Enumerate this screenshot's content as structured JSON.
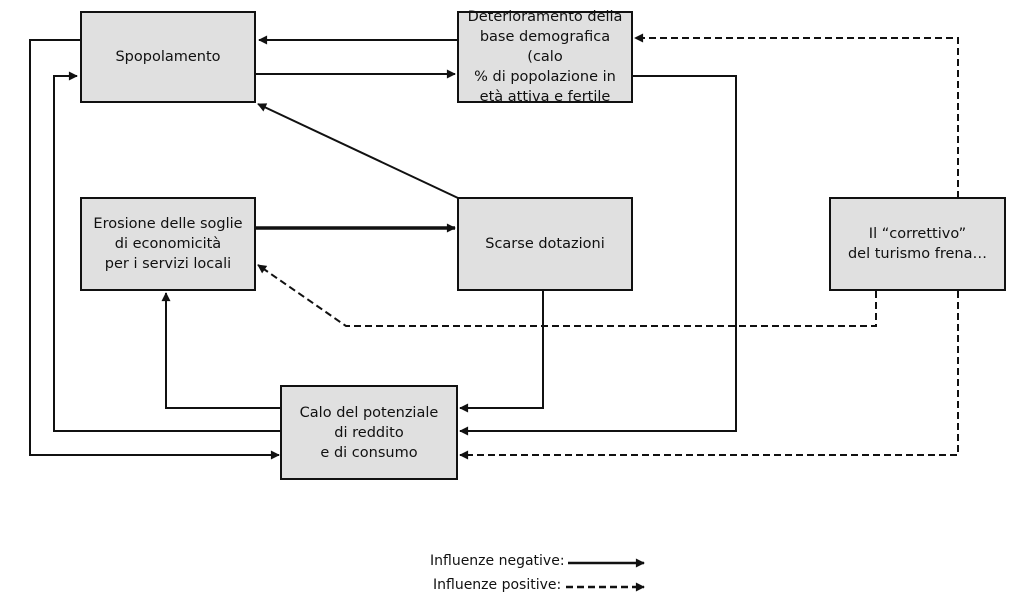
{
  "boxes": {
    "spopolamento": "Spopolamento",
    "deterioramento": {
      "line1": "Deterioramento della",
      "line2": "base demografica (calo",
      "line3": "% di popolazione in",
      "line4": "età attiva e fertile"
    },
    "erosione": {
      "line1": "Erosione delle soglie",
      "line2": "di economicità",
      "line3": "per i servizi locali"
    },
    "scarse": "Scarse dotazioni",
    "correttivo": {
      "line1": "Il “correttivo”",
      "line2": "del turismo frena…"
    },
    "calo": {
      "line1": "Calo del potenziale",
      "line2": "di reddito",
      "line3": "e di consumo"
    }
  },
  "legend": {
    "negative": "Influenze negative:",
    "positive": "Influenze positive:"
  },
  "colors": {
    "box_fill": "#e0e0e0",
    "stroke": "#111111"
  }
}
